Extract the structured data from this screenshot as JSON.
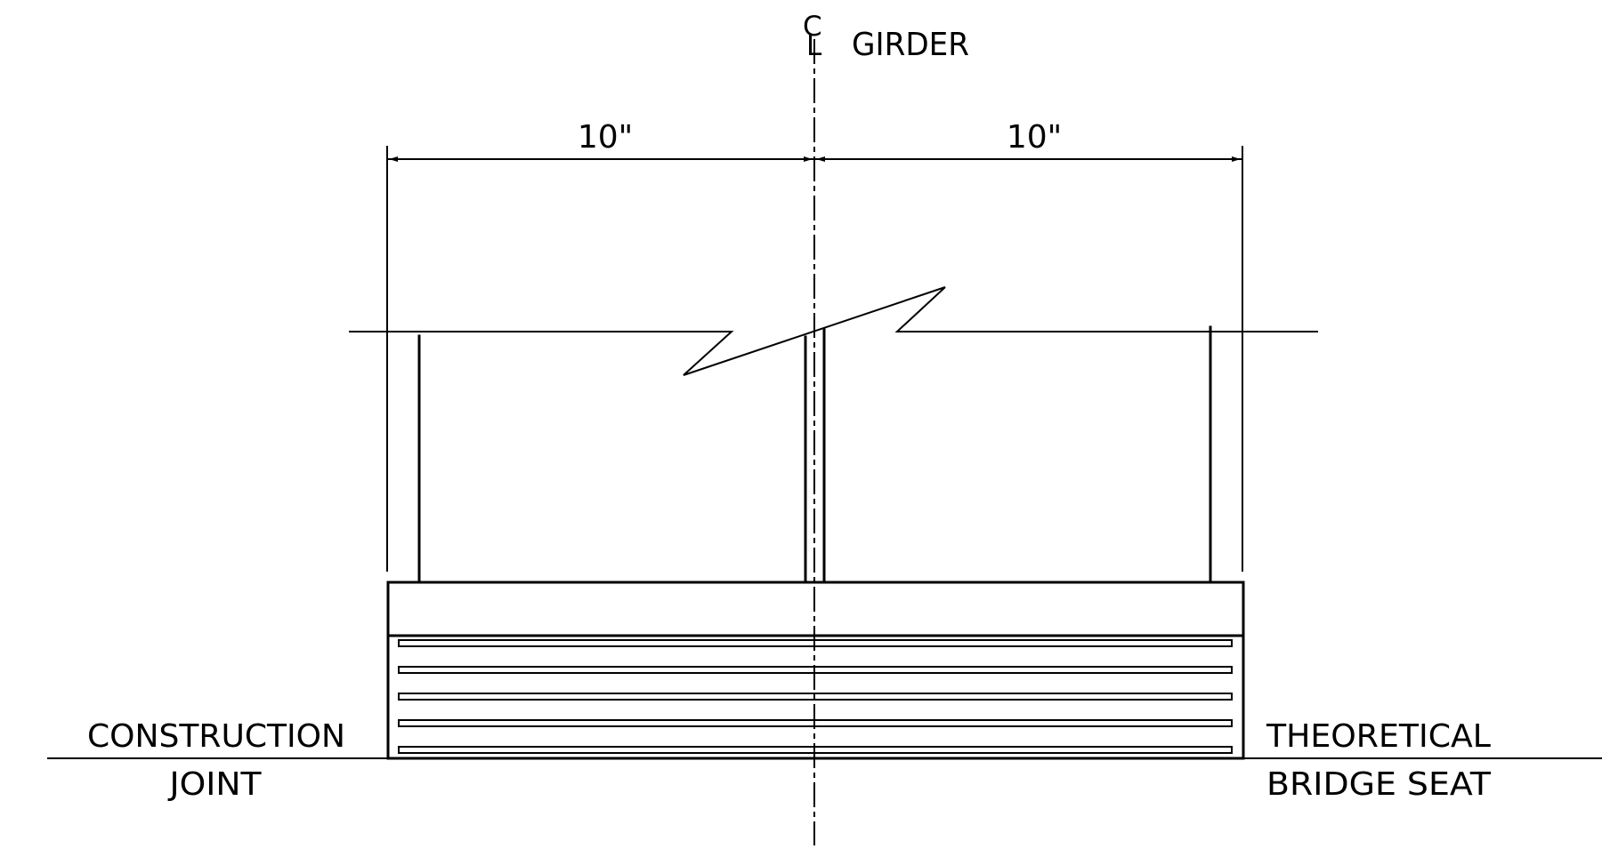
{
  "diagram": {
    "centerline": {
      "symbol_c": "C",
      "symbol_l": "L",
      "label": "GIRDER"
    },
    "dimensions": {
      "left": "10\"",
      "right": "10\""
    },
    "labels": {
      "left_line1": "CONSTRUCTION",
      "left_line2": "JOINT",
      "right_line1": "THEORETICAL",
      "right_line2": "BRIDGE SEAT"
    }
  }
}
